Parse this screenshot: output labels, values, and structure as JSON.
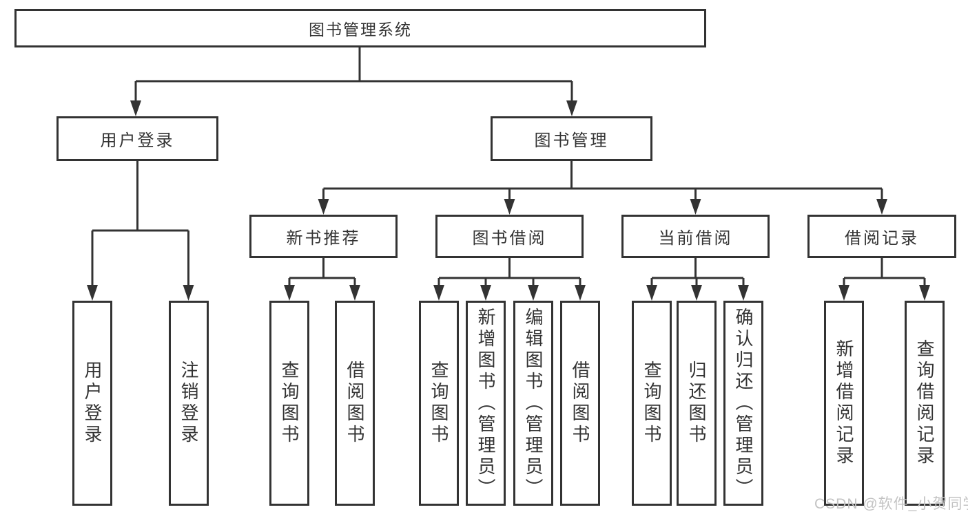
{
  "tree": {
    "root": "图书管理系统",
    "branches": [
      {
        "label": "用户登录",
        "leaves": [
          "用户登录",
          "注销登录"
        ]
      },
      {
        "label": "图书管理",
        "sections": [
          {
            "label": "新书推荐",
            "leaves": [
              "查询图书",
              "借阅图书"
            ]
          },
          {
            "label": "图书借阅",
            "leaves": [
              "查询图书",
              "新增图书（管理员）",
              "编辑图书（管理员）",
              "借阅图书"
            ]
          },
          {
            "label": "当前借阅",
            "leaves": [
              "查询图书",
              "归还图书",
              "确认归还（管理员）"
            ]
          },
          {
            "label": "借阅记录",
            "leaves": [
              "新增借阅记录",
              "查询借阅记录"
            ]
          }
        ]
      }
    ]
  },
  "watermark": "CSDN @软件_小贺同学",
  "colors": {
    "line": "#333333",
    "text": "#333333",
    "box_background": "#ffffff",
    "watermark": "#c3c3c3",
    "page_background": "#ffffff"
  }
}
